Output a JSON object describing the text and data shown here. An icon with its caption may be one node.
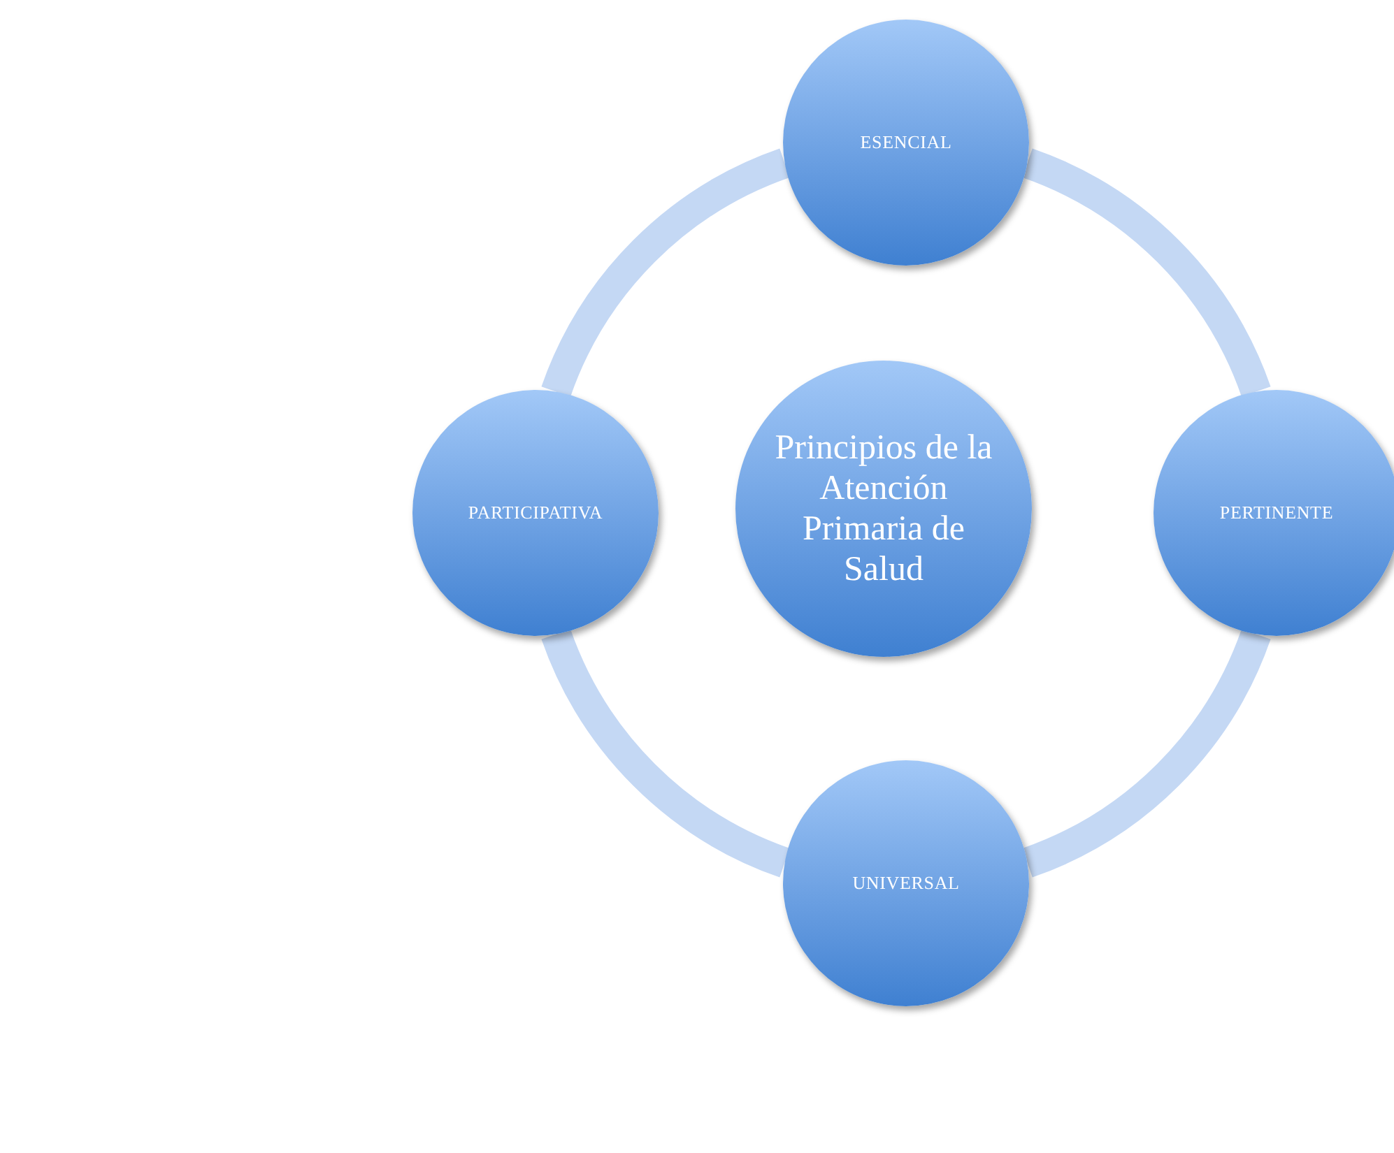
{
  "diagram": {
    "nodes": [
      {
        "text": [
          "ESENCIAL"
        ]
      },
      {
        "text": [
          "PARTICIPATIVA"
        ]
      },
      {
        "text": [
          "Principios de la Atención Primaria de Salud"
        ]
      },
      {
        "text": [
          "PERTINENTE"
        ]
      },
      {
        "text": [
          "UNIVERSAL"
        ]
      }
    ],
    "edges": [
      {
        "from": 0,
        "to": 3,
        "arrow": "none"
      },
      {
        "from": 3,
        "to": 4,
        "arrow": "none"
      },
      {
        "from": 4,
        "to": 1,
        "arrow": "none"
      },
      {
        "from": 1,
        "to": 0,
        "arrow": "none"
      }
    ]
  }
}
